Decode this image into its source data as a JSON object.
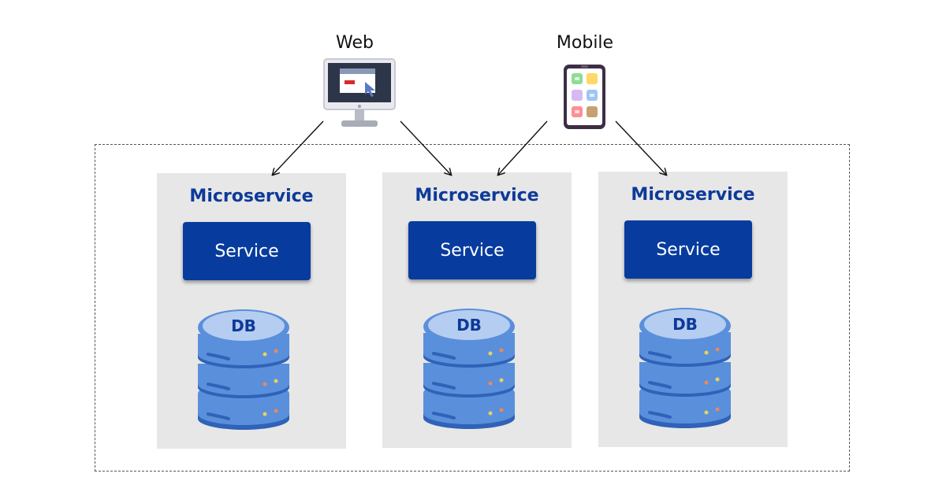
{
  "clients": {
    "web": {
      "label": "Web",
      "icon": "desktop-monitor-icon"
    },
    "mobile": {
      "label": "Mobile",
      "icon": "smartphone-icon"
    }
  },
  "microservices": [
    {
      "title": "Microservice",
      "service": "Service",
      "db": "DB"
    },
    {
      "title": "Microservice",
      "service": "Service",
      "db": "DB"
    },
    {
      "title": "Microservice",
      "service": "Service",
      "db": "DB"
    }
  ],
  "colors": {
    "title_blue": "#0d3a99",
    "service_blue": "#073c9e",
    "db_blue": "#5a8fdb",
    "panel_gray": "#e7e7e7"
  }
}
